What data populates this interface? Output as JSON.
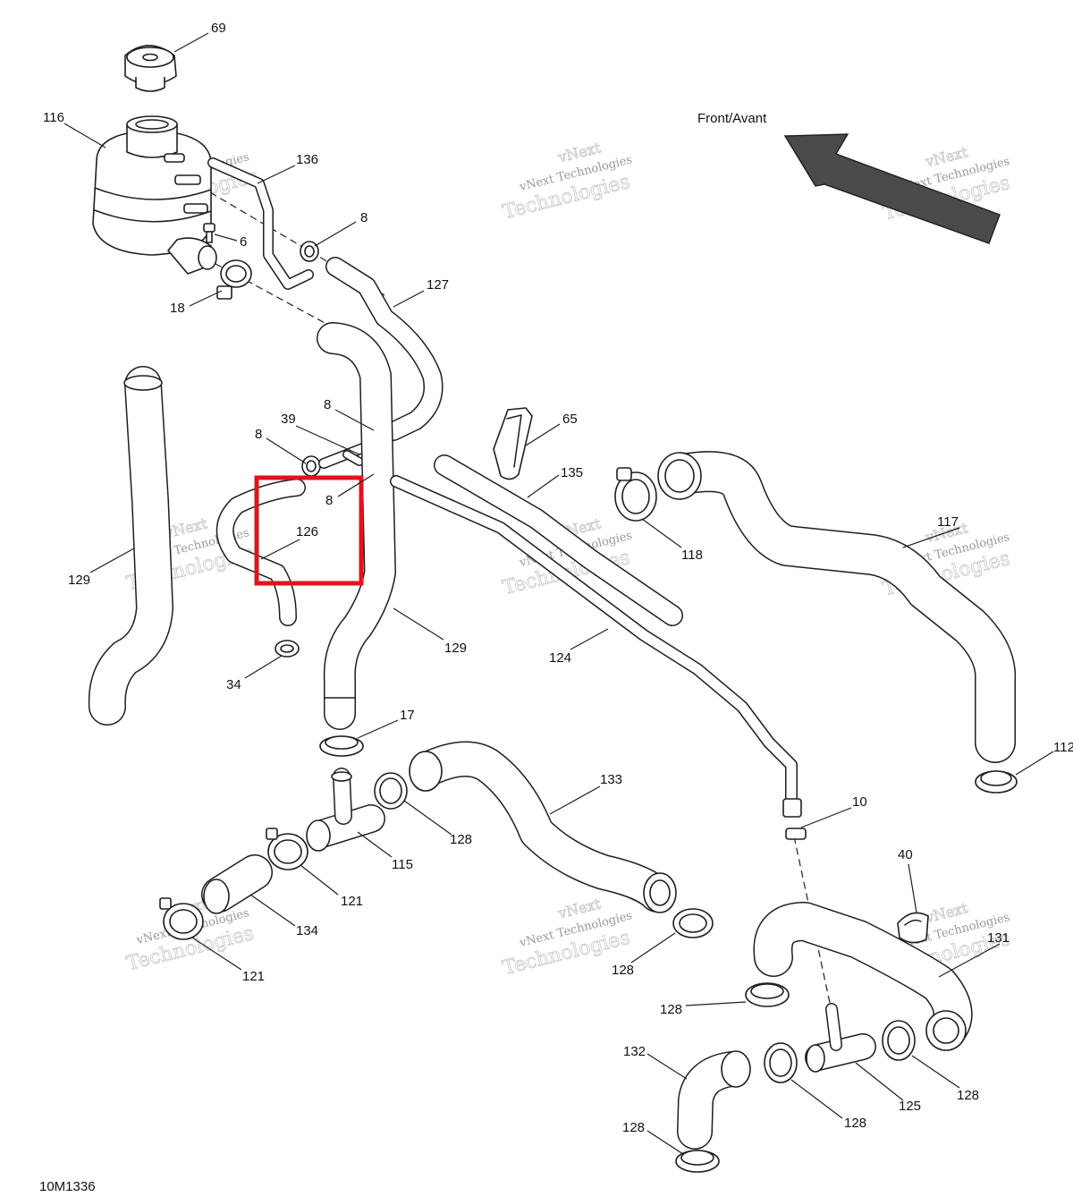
{
  "diagram": {
    "drawing_id": "10M1336",
    "direction_label": "Front/Avant",
    "highlight_color": "#e0141e",
    "arrow_color": "#4a4a4a",
    "watermark": {
      "line1": "vNext",
      "line2": "vNext Technologies",
      "line3": "Technologies"
    },
    "callouts": {
      "c69": "69",
      "c116": "116",
      "c136": "136",
      "c6": "6",
      "c18": "18",
      "c8a": "8",
      "c127": "127",
      "c8b": "8",
      "c39": "39",
      "c8c": "8",
      "c8d": "8",
      "c65": "65",
      "c135": "135",
      "c118": "118",
      "c117": "117",
      "c126": "126",
      "c129a": "129",
      "c129b": "129",
      "c124": "124",
      "c34": "34",
      "c17": "17",
      "c112": "112",
      "c133": "133",
      "c10": "10",
      "c115": "115",
      "c128a": "128",
      "c121a": "121",
      "c134": "134",
      "c121b": "121",
      "c40": "40",
      "c131": "131",
      "c128b": "128",
      "c128c": "128",
      "c132": "132",
      "c125": "125",
      "c128d": "128",
      "c128e": "128",
      "c128f": "128"
    }
  }
}
